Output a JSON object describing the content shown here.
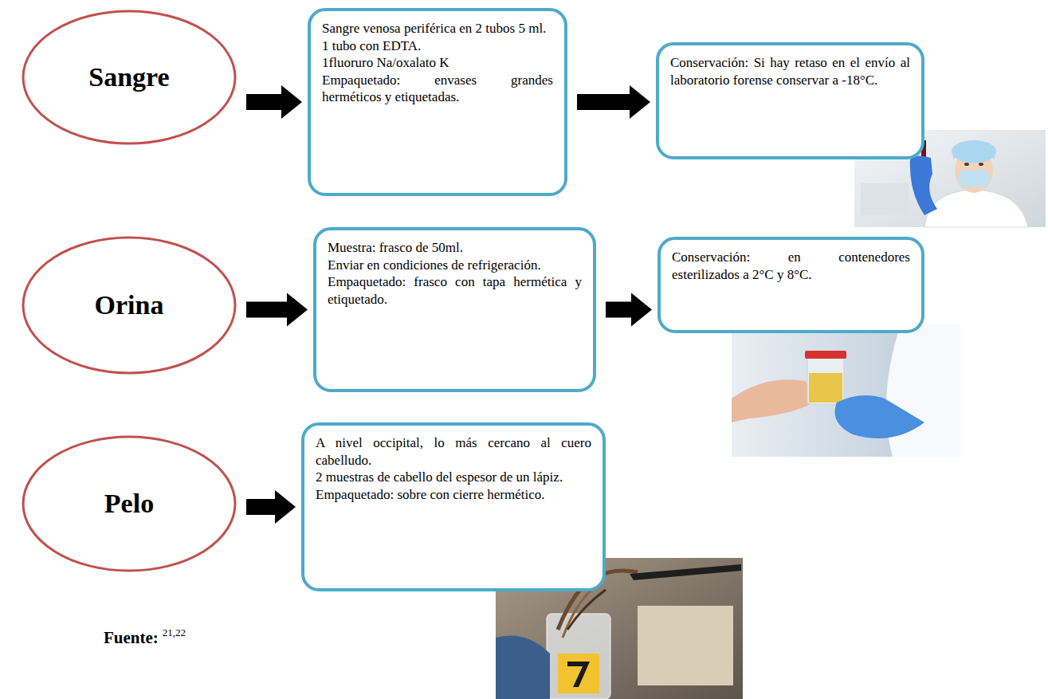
{
  "diagram": {
    "nodes": [
      {
        "text": [
          "Sangre"
        ]
      },
      {
        "text": [
          "Sangre venosa periférica en 2 tubos 5 ml.",
          "1 tubo con EDTA.",
          "1fluoruro Na/oxalato K",
          "Empaquetado: envases grandes herméticos y etiquetadas."
        ]
      },
      {
        "text": [
          "Conservación: Si hay retaso en el envío al laboratorio forense conservar a -18°C."
        ]
      },
      {
        "text": [
          "Orina"
        ]
      },
      {
        "text": [
          "Muestra: frasco de 50ml.",
          "Enviar en condiciones de refrigeración.",
          "Empaquetado: frasco con tapa hermética y etiquetado."
        ]
      },
      {
        "text": [
          "Conservación: en contenedores esterilizados a 2°C y 8°C."
        ]
      },
      {
        "text": [
          "Pelo"
        ]
      },
      {
        "text": [
          "A nivel occipital, lo más cercano al cuero cabelludo.",
          "2 muestras de cabello del espesor de un lápiz.",
          "Empaquetado: sobre con cierre hermético."
        ]
      }
    ],
    "edges": [
      {
        "from": 0,
        "to": 1,
        "arrow": "to"
      },
      {
        "from": 1,
        "to": 2,
        "arrow": "to"
      },
      {
        "from": 3,
        "to": 4,
        "arrow": "to"
      },
      {
        "from": 4,
        "to": 5,
        "arrow": "to"
      },
      {
        "from": 6,
        "to": 7,
        "arrow": "to"
      }
    ],
    "labels": [
      "Fuente:",
      "21,22"
    ]
  }
}
